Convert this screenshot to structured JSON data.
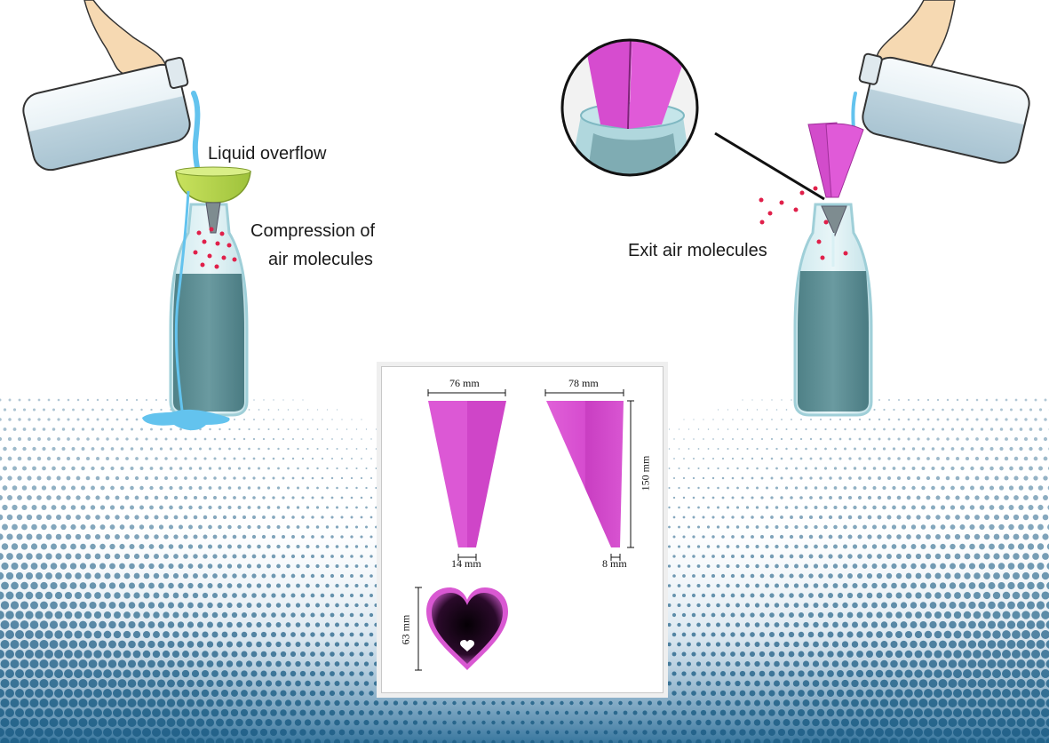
{
  "labels": {
    "liquid_overflow": "Liquid overflow",
    "compression_line1": "Compression of",
    "compression_line2": "air molecules",
    "exit_air": "Exit air molecules"
  },
  "dimensions": {
    "cone1_top": "76 mm",
    "cone1_bottom": "14 mm",
    "cone2_top": "78 mm",
    "cone2_height": "150 mm",
    "cone2_bottom": "8 mm",
    "heart_height": "63 mm"
  },
  "colors": {
    "magenta": "#d94fd2",
    "water": "#5a8a8f",
    "funnel": "#b6d84a",
    "liquid_blue": "#63c3ee",
    "air_dot": "#e0204a",
    "halftone": "#1f5f86"
  }
}
